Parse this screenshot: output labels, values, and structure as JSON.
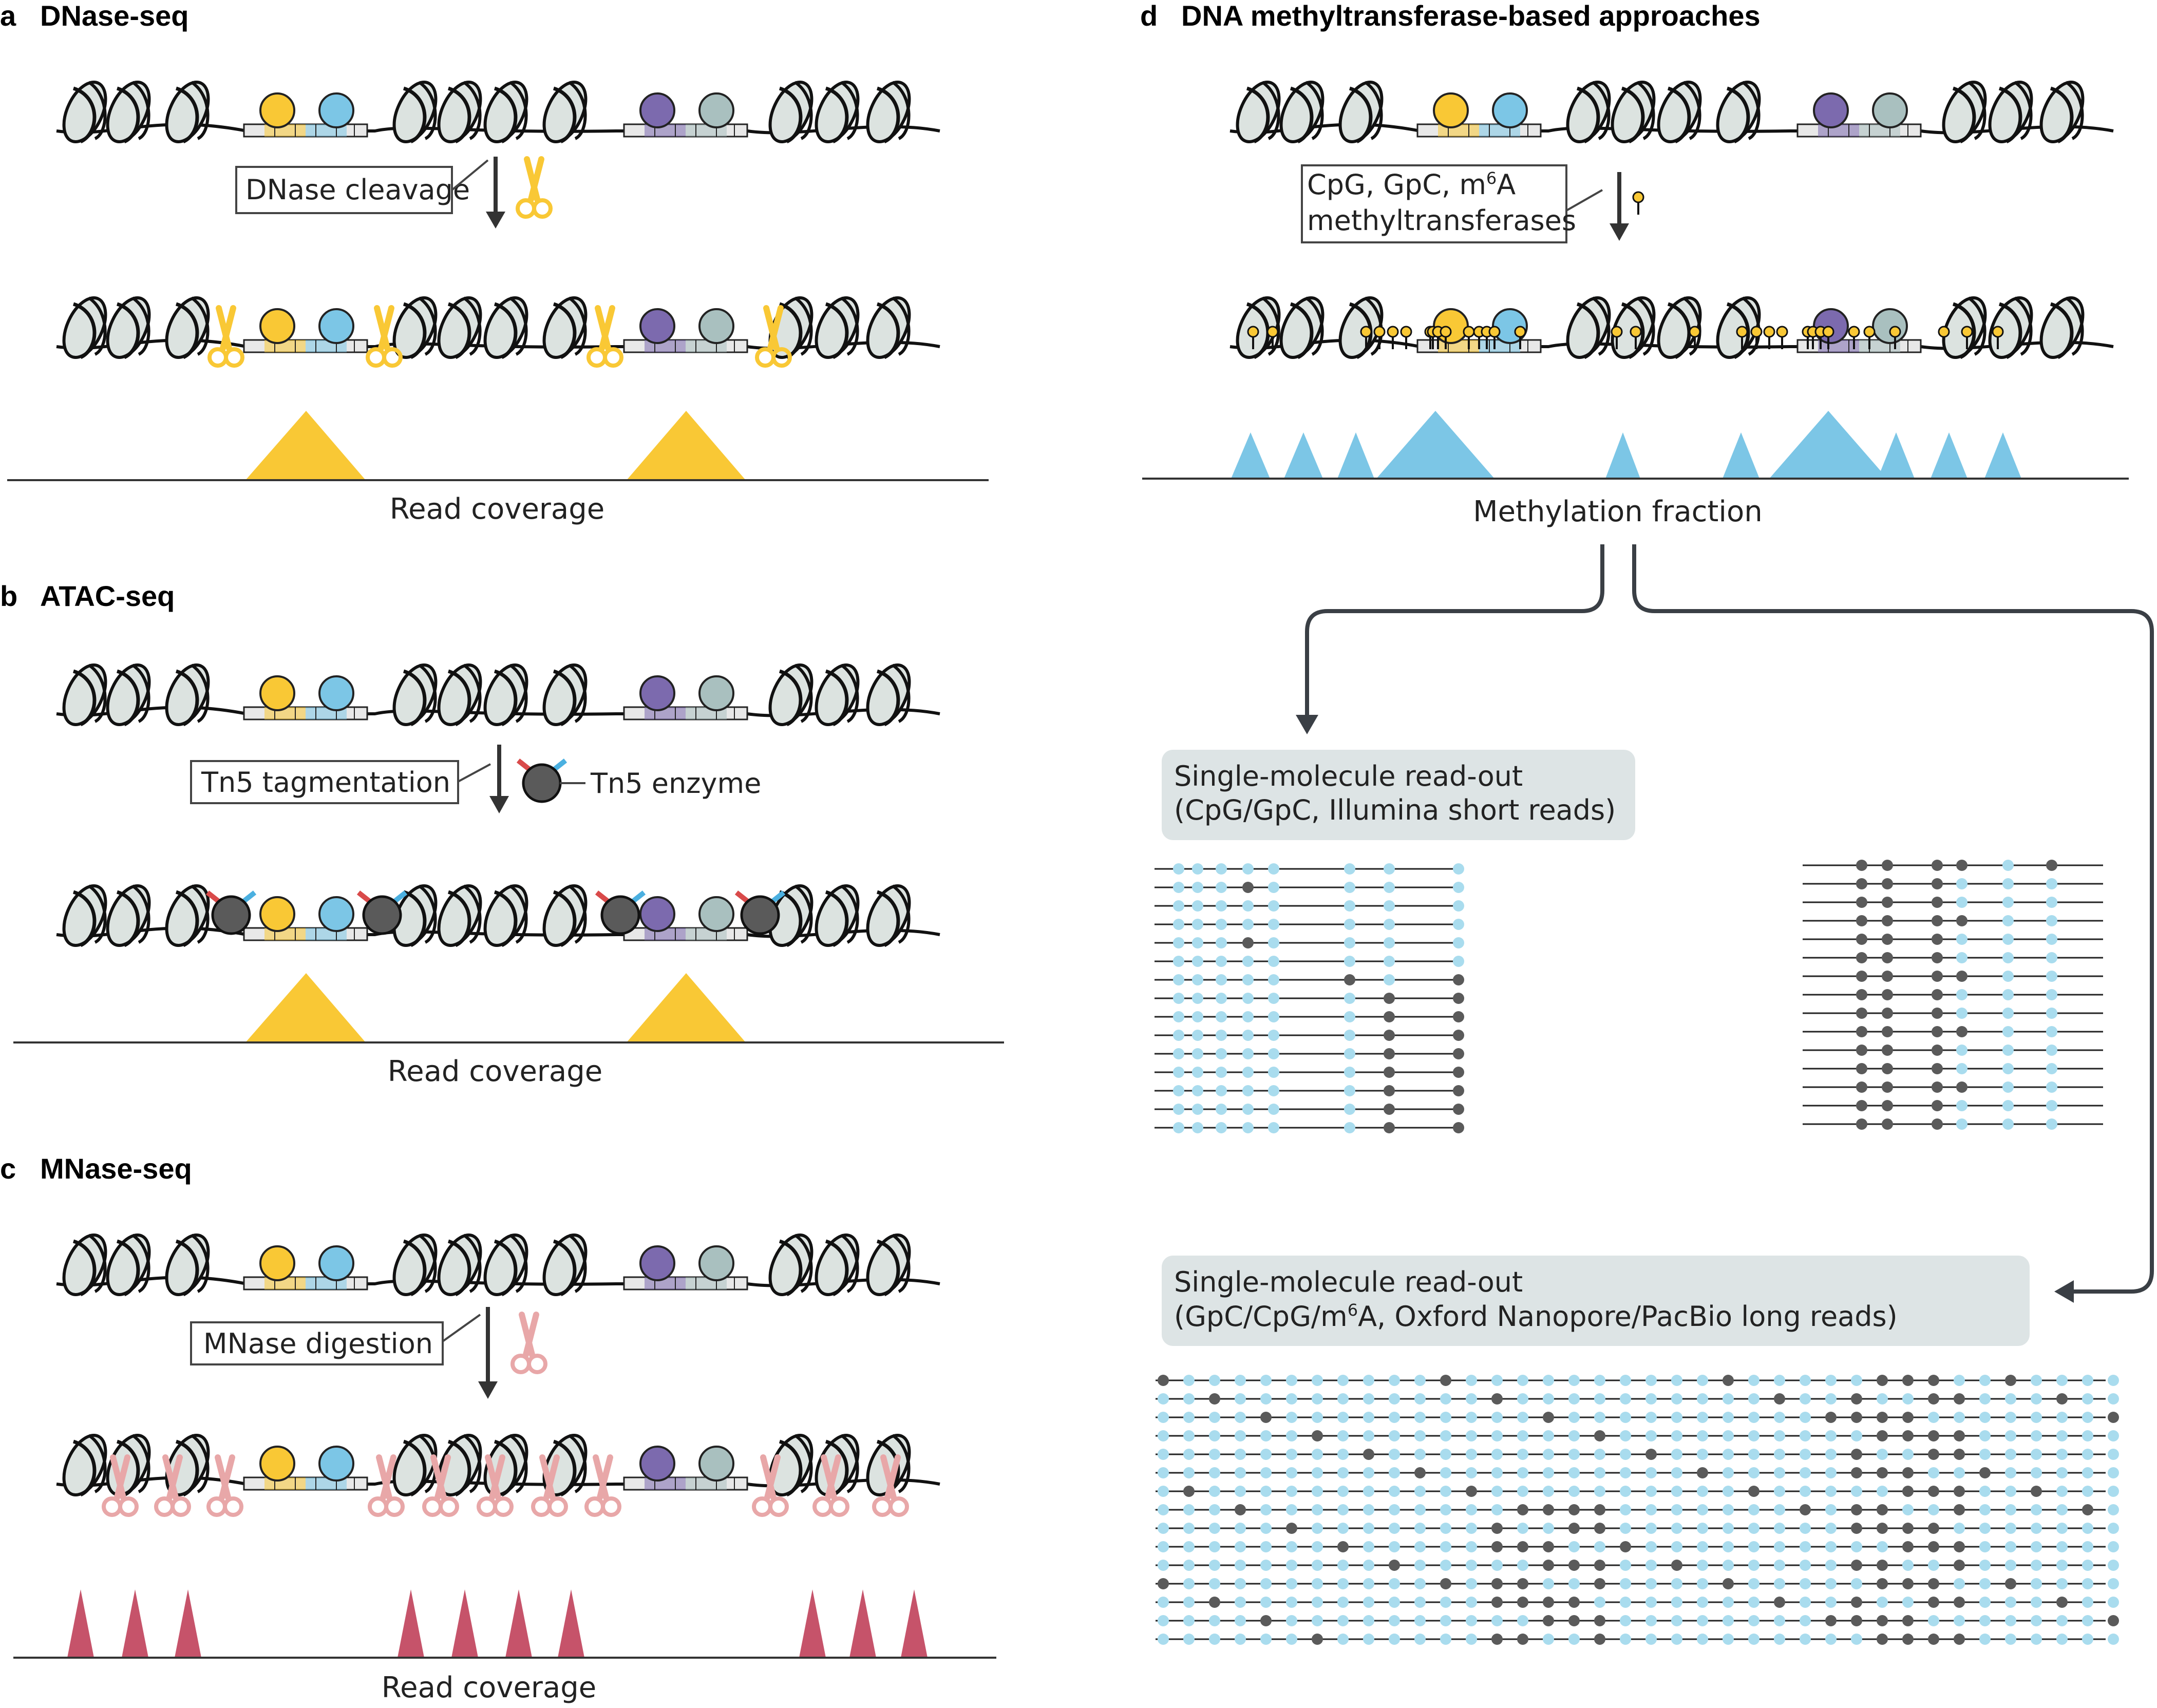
{
  "panels": {
    "a": {
      "letter": "a",
      "title": "DNase-seq",
      "step_label": "DNase cleavage",
      "coverage_label": "Read coverage"
    },
    "b": {
      "letter": "b",
      "title": "ATAC-seq",
      "step_label": "Tn5 tagmentation",
      "enzyme_label": "Tn5 enzyme",
      "coverage_label": "Read coverage"
    },
    "c": {
      "letter": "c",
      "title": "MNase-seq",
      "step_label": "MNase digestion",
      "coverage_label": "Read coverage"
    },
    "d": {
      "letter": "d",
      "title": "DNA methyltransferase-based approaches",
      "step_line1": "CpG, GpC, m",
      "step_line1_sup": "6",
      "step_line1_end": "A",
      "step_line2": "methyltransferases",
      "coverage_label": "Methylation fraction",
      "short_read_box": {
        "line1": "Single-molecule read-out",
        "line2": "(CpG/GpC, Illumina short reads)"
      },
      "long_read_box": {
        "line1": "Single-molecule read-out",
        "line2a": "(GpC/CpG/m",
        "line2_sup": "6",
        "line2b": "A, Oxford Nanopore/PacBio long reads)"
      }
    }
  },
  "colors": {
    "yellow": "#F9C835",
    "blue": "#7CC6E6",
    "purple": "#7C6AAE",
    "gray_protein": "#A9C0BF",
    "nuc_fill": "#DCE3E0",
    "mnase_pink": "#E8A7A8",
    "mnase_peak": "#C6536A",
    "methyl_peak": "#7CC6E6",
    "scissor_yellow": "#F9C835",
    "unmethyl_dot": "#A9DCEE",
    "methyl_dot": "#5A5A5A",
    "box_bg": "#DDE4E5"
  }
}
